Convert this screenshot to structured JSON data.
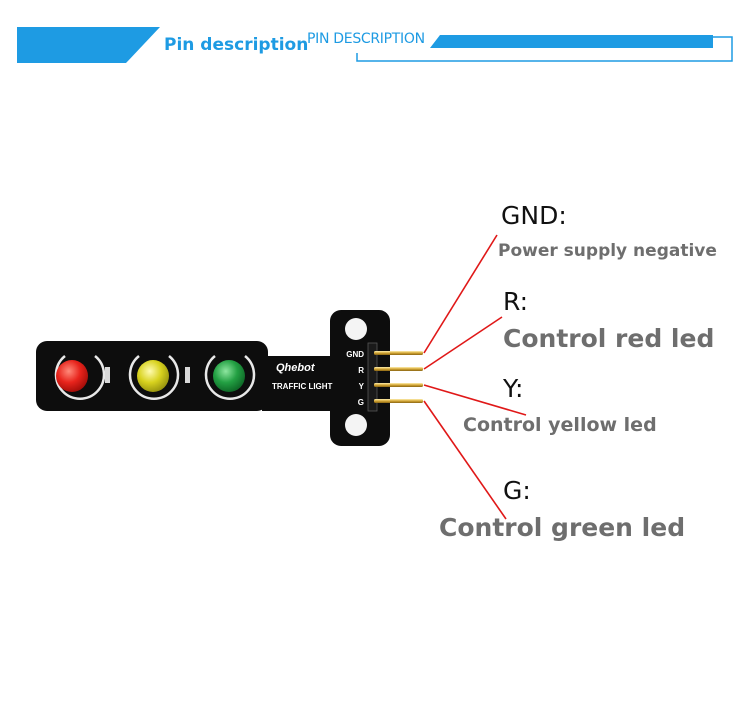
{
  "header": {
    "title": "Pin description",
    "subtitle": "PIN DESCRIPTION"
  },
  "board": {
    "brand": "Qhebot",
    "model": "TRAFFIC LIGHT",
    "pin_labels": [
      "GND",
      "R",
      "Y",
      "G"
    ],
    "leds": [
      {
        "name": "red",
        "color": "#e8241c"
      },
      {
        "name": "yellow",
        "color": "#d8d21e"
      },
      {
        "name": "green",
        "color": "#23a043"
      }
    ]
  },
  "pins": [
    {
      "name": "GND:",
      "description": "Power supply negative"
    },
    {
      "name": "R:",
      "description": "Control red led"
    },
    {
      "name": "Y:",
      "description": "Control yellow led"
    },
    {
      "name": "G:",
      "description": "Control green led"
    }
  ],
  "colors": {
    "accent": "#1e9be3",
    "leader_line": "#e01818",
    "board": "#0d0d0d"
  }
}
